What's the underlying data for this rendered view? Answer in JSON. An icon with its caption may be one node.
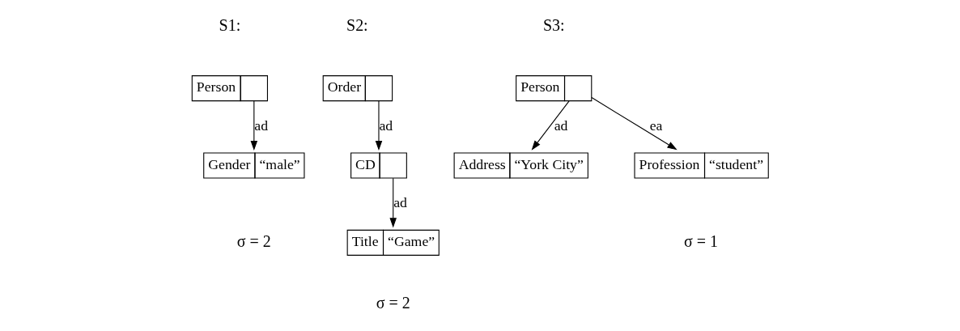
{
  "diagram": {
    "nodes": [
      {
        "text": [
          "Person"
        ]
      },
      {
        "text": [
          "Gender",
          "“male”"
        ]
      },
      {
        "text": [
          "Order"
        ]
      },
      {
        "text": [
          "CD"
        ]
      },
      {
        "text": [
          "Title",
          "“Game”"
        ]
      },
      {
        "text": [
          "Person"
        ]
      },
      {
        "text": [
          "Address",
          "“York City”"
        ]
      },
      {
        "text": [
          "Profession",
          "“student”"
        ]
      }
    ],
    "edges": [
      {
        "from": 0,
        "to": 1,
        "arrow": "to",
        "label": "ad"
      },
      {
        "from": 2,
        "to": 3,
        "arrow": "to",
        "label": "ad"
      },
      {
        "from": 3,
        "to": 4,
        "arrow": "to",
        "label": "ad"
      },
      {
        "from": 5,
        "to": 6,
        "arrow": "to",
        "label": "ad"
      },
      {
        "from": 5,
        "to": 7,
        "arrow": "to",
        "label": "ea"
      }
    ],
    "labels": [
      "S1:",
      "S2:",
      "S3:",
      "σ = 2",
      "σ = 2",
      "σ = 1"
    ]
  }
}
